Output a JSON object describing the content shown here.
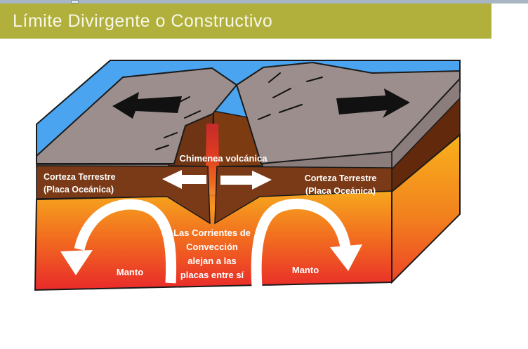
{
  "window": {
    "top_strip_color": "#a8b5c5"
  },
  "header": {
    "title": "Límite Divirgente o Constructivo",
    "bg_color": "#b1b03d",
    "text_color": "#f7f8e8"
  },
  "diagram": {
    "labels": {
      "chimney": "Chimenea volcánica",
      "crust_left": [
        "Corteza Terrestre",
        "(Placa Oceánica)"
      ],
      "crust_right": [
        "Corteza Terrestre",
        "(Placa Oceánica)"
      ],
      "convection": [
        "Las Corrientes de",
        "Convección",
        "alejan a las",
        "placas entre sí"
      ],
      "mantle_left": "Manto",
      "mantle_right": "Manto"
    },
    "colors": {
      "water": "#4aa4f0",
      "plate_gray": "#9c8e8c",
      "crust_brown": "#7b3a17",
      "mantle_top": "#f6a81e",
      "mantle_bottom": "#e92a2a",
      "chimney_red": "#c62b2b",
      "arrow_black": "#111111",
      "arrow_white": "#ffffff"
    }
  }
}
